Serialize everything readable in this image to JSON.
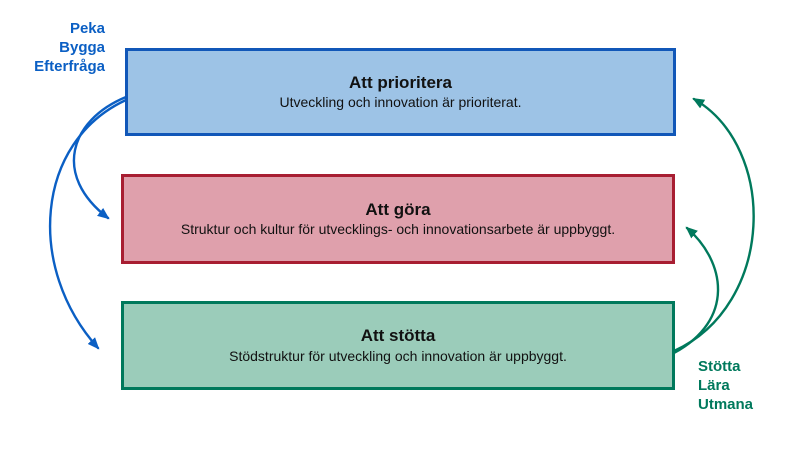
{
  "diagram": {
    "background_color": "#ffffff",
    "left_labels": {
      "color": "#0b5fc4",
      "items": [
        "Peka",
        "Bygga",
        "Efterfråga"
      ]
    },
    "right_labels": {
      "color": "#00795c",
      "items": [
        "Stötta",
        "Lära",
        "Utmana"
      ]
    },
    "boxes": [
      {
        "id": "prioritera",
        "title": "Att prioritera",
        "subtitle": "Utveckling och innovation är prioriterat.",
        "fill": "#9dc3e6",
        "border": "#1157b8"
      },
      {
        "id": "gora",
        "title": "Att göra",
        "subtitle": "Struktur och kultur för utvecklings- och innovationsarbete är uppbyggt.",
        "fill": "#dfa0ac",
        "border": "#a81e32"
      },
      {
        "id": "stotta",
        "title": "Att stötta",
        "subtitle": "Stödstruktur för utveckling och innovation är uppbyggt.",
        "fill": "#9bccba",
        "border": "#00795c"
      }
    ],
    "arrows": [
      {
        "id": "prioritera-to-gora",
        "color": "#0b5fc4",
        "from": "Att prioritera",
        "to": "Att göra"
      },
      {
        "id": "prioritera-to-stotta",
        "color": "#0b5fc4",
        "from": "Att prioritera",
        "to": "Att stötta"
      },
      {
        "id": "stotta-to-gora",
        "color": "#00795c",
        "from": "Att stötta",
        "to": "Att göra"
      },
      {
        "id": "stotta-to-prioritera",
        "color": "#00795c",
        "from": "Att stötta",
        "to": "Att prioritera"
      }
    ]
  }
}
